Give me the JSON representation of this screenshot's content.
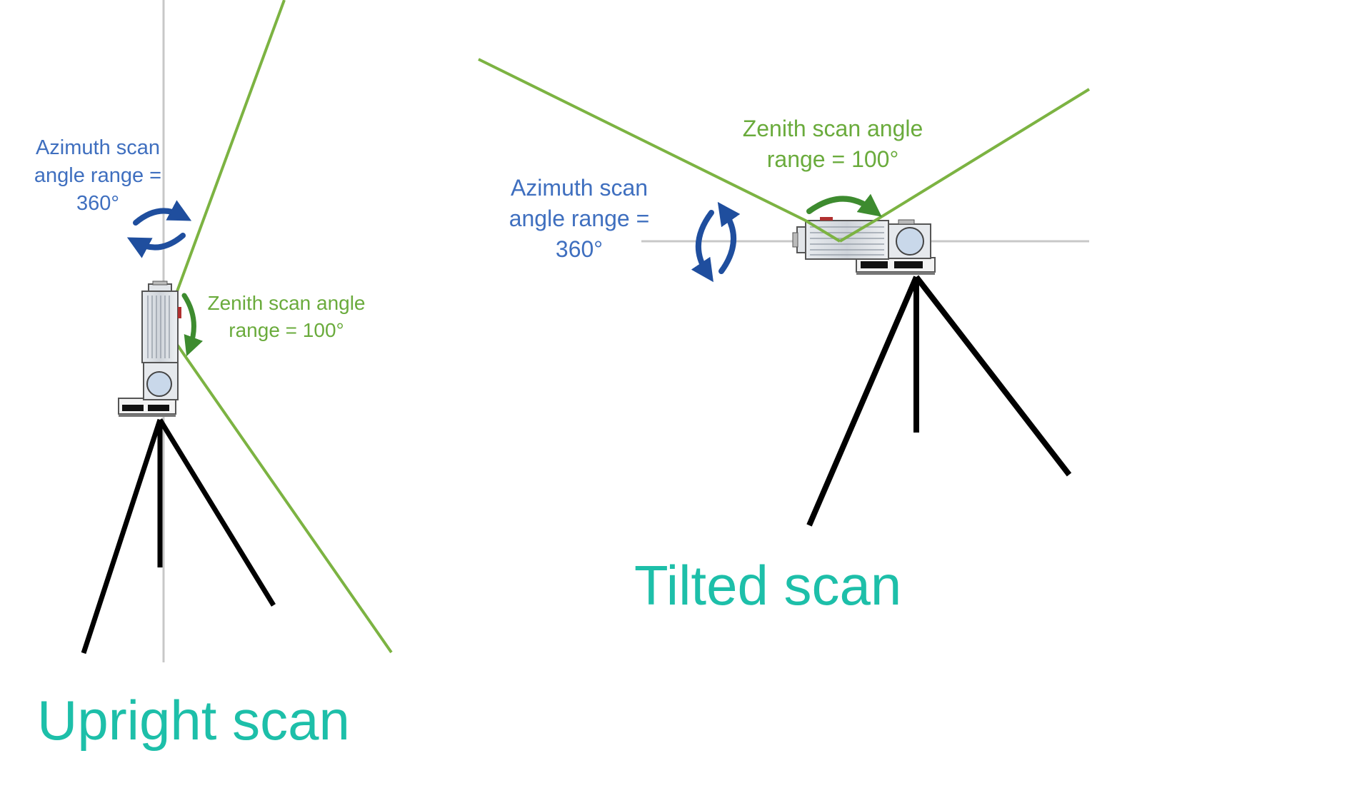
{
  "upright": {
    "azimuth_label": [
      "Azimuth scan",
      "angle range =",
      "360°"
    ],
    "zenith_label": [
      "Zenith scan angle",
      "range = 100°"
    ],
    "caption": "Upright scan"
  },
  "tilted": {
    "azimuth_label": [
      "Azimuth scan",
      "angle range =",
      "360°"
    ],
    "zenith_label": [
      "Zenith scan angle",
      "range = 100°"
    ],
    "caption": "Tilted scan"
  },
  "colors": {
    "scan_beam": "#7cb342",
    "azimuth_arrow": "#1f4e9e",
    "zenith_arrow": "#3d8b2f",
    "caption": "#1dbfa9",
    "axis_line": "#c8c8c8",
    "tripod": "#000000"
  },
  "icons": [
    "azimuth-rotation-arrows-icon",
    "zenith-rotation-arrow-icon",
    "laser-scanner-icon",
    "tripod-icon"
  ]
}
